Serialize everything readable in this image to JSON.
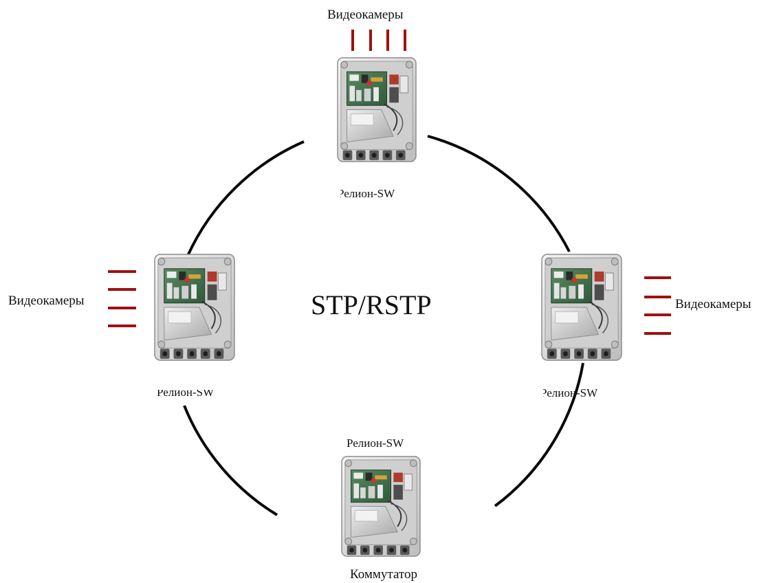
{
  "diagram": {
    "center_label": "STP/RSTP",
    "top_cameras_label": "Видеокамеры",
    "left_cameras_label": "Видеокамеры",
    "right_cameras_label": "Видеокамеры",
    "top_device_label": "Релион-SW",
    "left_device_label": "Релион-SW",
    "right_device_label": "Релион-SW",
    "bottom_device_label": "Релион-SW",
    "bottom_device_caption": "Коммутатор",
    "colors": {
      "ring": "#0a0a0a",
      "camera_lines": "#a01010",
      "device_body": "#e2e2e2",
      "board": "#3e6e4a"
    }
  }
}
